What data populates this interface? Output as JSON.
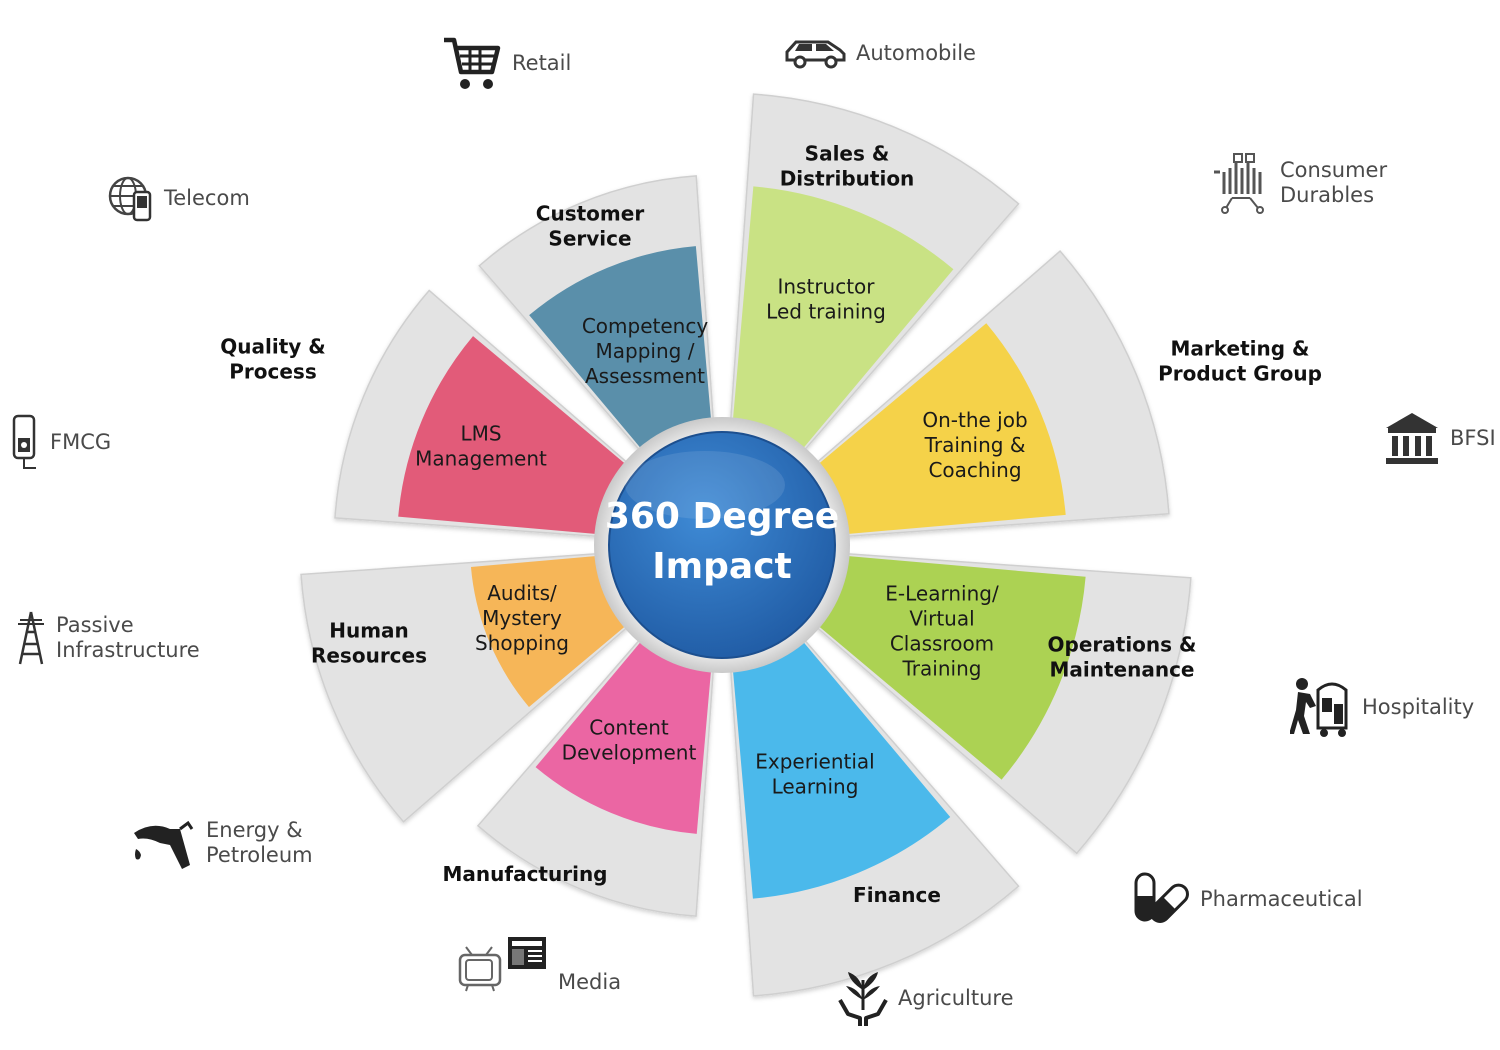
{
  "center": {
    "title": "360 Degree\nImpact"
  },
  "departments": [
    "Sales &\nDistribution",
    "Marketing &\nProduct Group",
    "Operations &\nMaintenance",
    "Finance",
    "Manufacturing",
    "Human\nResources",
    "Quality &\nProcess",
    "Customer\nService"
  ],
  "services": [
    {
      "label": "Instructor\nLed training",
      "color": "#c5e07a"
    },
    {
      "label": "On-the job\nTraining &\nCoaching",
      "color": "#f5cf3a"
    },
    {
      "label": "E-Learning/\nVirtual\nClassroom\nTraining",
      "color": "#a5cf45"
    },
    {
      "label": "Experiential\nLearning",
      "color": "#3cb4ea"
    },
    {
      "label": "Content\nDevelopment",
      "color": "#ea5a9c"
    },
    {
      "label": "Audits/\nMystery\nShopping",
      "color": "#f6b04a"
    },
    {
      "label": "LMS\nManagement",
      "color": "#e04e6e"
    },
    {
      "label": "Competency\nMapping /\nAssessment",
      "color": "#4c86a3"
    }
  ],
  "industries": [
    {
      "label": "Retail",
      "icon": "cart-icon"
    },
    {
      "label": "Automobile",
      "icon": "car-icon"
    },
    {
      "label": "Consumer\nDurables",
      "icon": "appliance-icon"
    },
    {
      "label": "BFSI",
      "icon": "bank-icon"
    },
    {
      "label": "Hospitality",
      "icon": "porter-icon"
    },
    {
      "label": "Pharmaceutical",
      "icon": "capsule-icon"
    },
    {
      "label": "Agriculture",
      "icon": "plant-hands-icon"
    },
    {
      "label": "Media",
      "icon": "tv-news-icon"
    },
    {
      "label": "Energy &\nPetroleum",
      "icon": "fuel-nozzle-icon"
    },
    {
      "label": "Passive\nInfrastructure",
      "icon": "tower-icon"
    },
    {
      "label": "FMCG",
      "icon": "bottle-icon"
    },
    {
      "label": "Telecom",
      "icon": "globe-phone-icon"
    }
  ],
  "colors": {
    "outer_segment": "#e3e3e3",
    "center_blue": "#2e6fb8",
    "department_text": "#111111",
    "service_text": "#1a1a1a",
    "industry_text": "#4a4a4a"
  }
}
